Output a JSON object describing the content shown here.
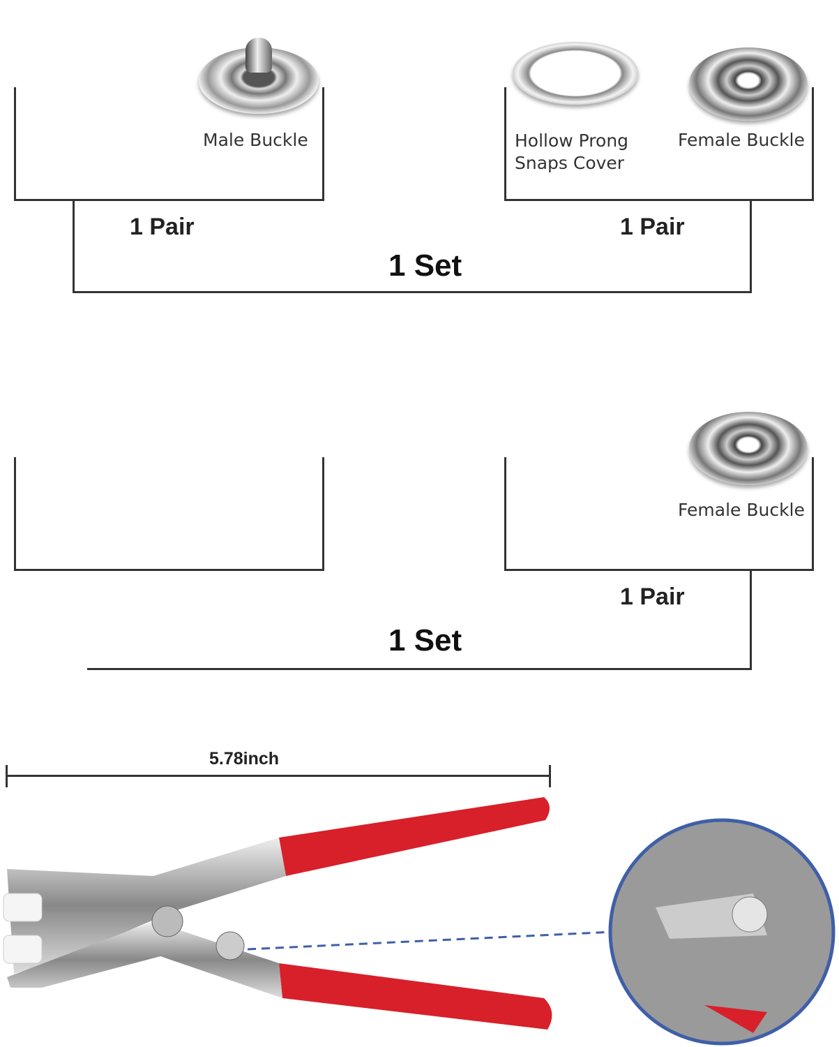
{
  "top_set": {
    "male_buckle_label": "Male Buckle",
    "hollow_prong_label": "Hollow Prong\nSnaps Cover",
    "female_buckle_label": "Female Buckle",
    "left_pair_label": "1 Pair",
    "right_pair_label": "1 Pair",
    "set_label": "1 Set"
  },
  "bottom_set": {
    "female_buckle_label": "Female Buckle",
    "right_pair_label": "1 Pair",
    "set_label": "1 Set"
  },
  "tool": {
    "length_label": "5.78inch",
    "handle_color": "#d8202a",
    "zoom_ring_color": "#3f5fa8"
  }
}
